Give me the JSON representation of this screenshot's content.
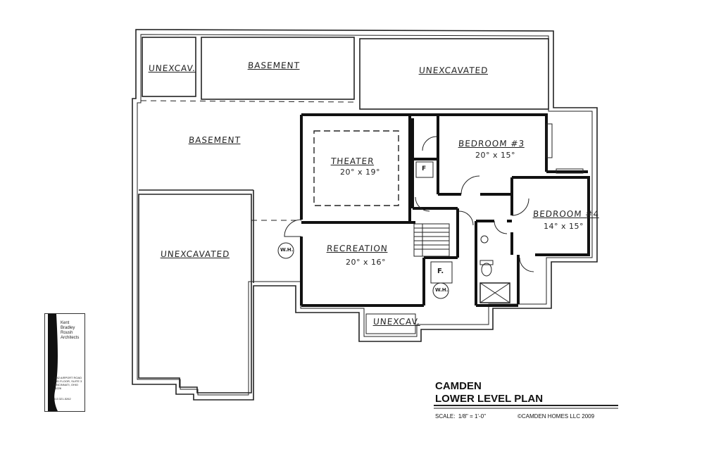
{
  "rooms": {
    "unexcav_top_left": "UNEXCAV.",
    "basement_top": "BASEMENT",
    "unexcavated_top_right": "UNEXCAVATED",
    "basement_left": "BASEMENT",
    "unexcavated_left": "UNEXCAVATED",
    "theater": "THEATER",
    "theater_dim": "20° x 19°",
    "recreation": "RECREATION",
    "recreation_dim": "20° x 16°",
    "bedroom3": "BEDROOM #3",
    "bedroom3_dim": "20° x 15°",
    "bedroom4": "BEDROOM #4",
    "bedroom4_dim": "14° x 15°",
    "unexcav_bottom": "UNEXCAV."
  },
  "fixtures": {
    "wh_left": "W.H.",
    "wh_right": "W.H.",
    "f_top": "F",
    "f_bottom": "F."
  },
  "title_block": {
    "name": "CAMDEN",
    "subtitle": "LOWER LEVEL PLAN",
    "scale": "SCALE:  1/8\" = 1'-0\"",
    "copyright": "©CAMDEN HOMES LLC  2009"
  },
  "architect": {
    "name": "Kent\nBradley\nRoush\nArchitects",
    "address": "4442 AIRPORT ROAD\n3RD FLOOR, SUITE 3\nCINCINNATI, OHIO\n45226",
    "phone": "513 321-5262"
  }
}
